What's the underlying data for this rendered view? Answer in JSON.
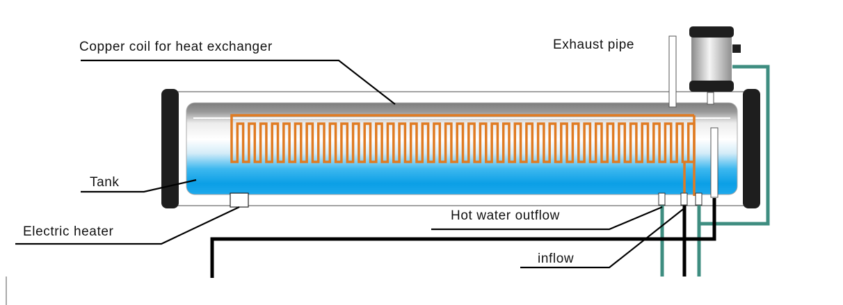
{
  "labels": {
    "copper_coil": "Copper coil for heat exchanger",
    "exhaust_pipe": "Exhaust pipe",
    "tank": "Tank",
    "electric_heater": "Electric heater",
    "hot_water_outflow": "Hot water outflow",
    "inflow": "inflow"
  },
  "colors": {
    "coil": "#e07b22",
    "water": "#13a3e6",
    "green_pipe": "#3e8d80",
    "cap": "#1e1e1e",
    "line": "#000000"
  },
  "icons": [
    "tank-end-cap",
    "heat-exchanger-coil",
    "electric-heater-box",
    "expansion-tank",
    "pipe-connector"
  ]
}
